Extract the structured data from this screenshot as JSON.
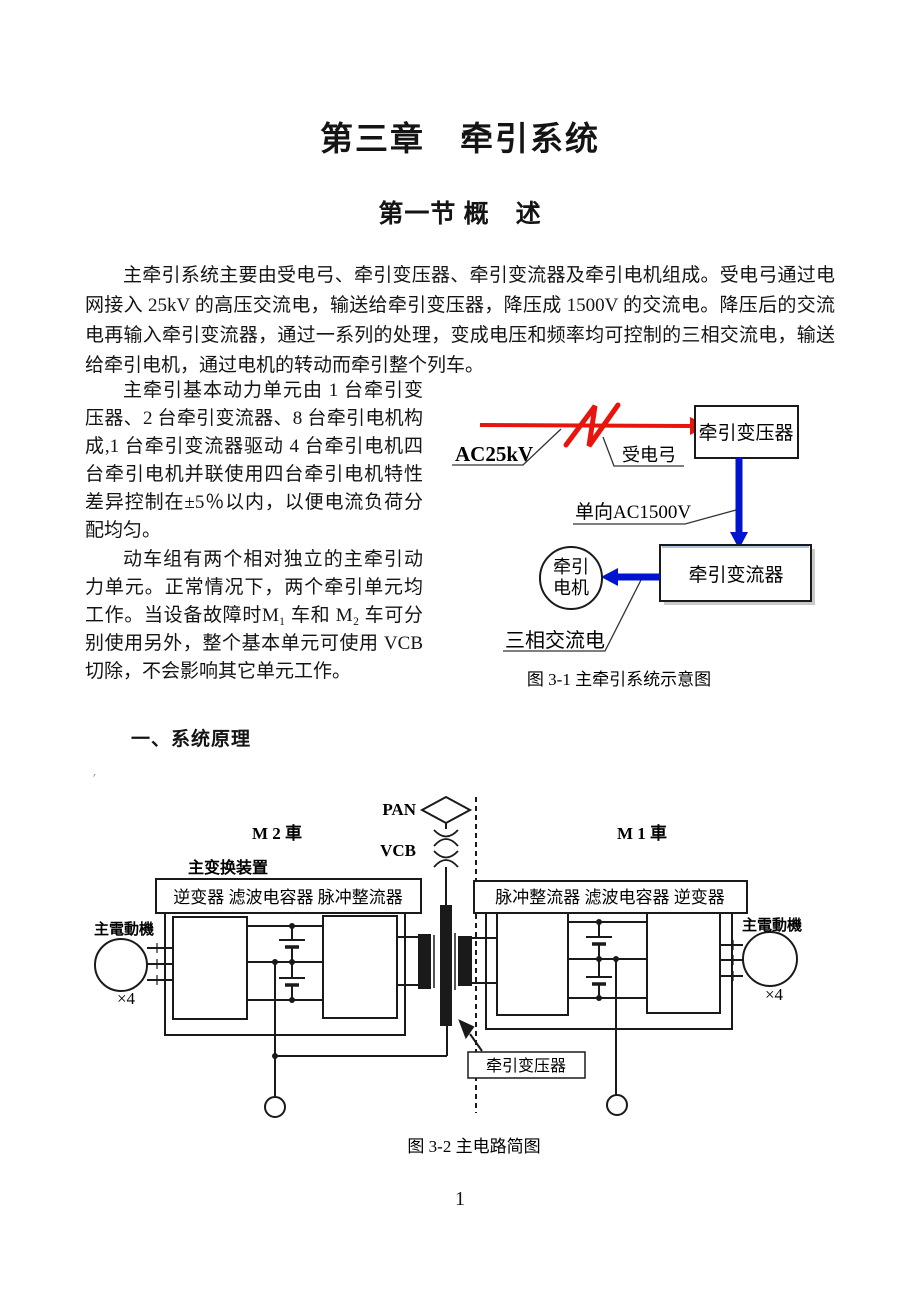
{
  "page": {
    "chapter_title": "第三章　牵引系统",
    "section_title": "第一节 概　述",
    "page_number": "1",
    "principle_heading": "一、系统原理"
  },
  "paragraphs": {
    "p1": "主牵引系统主要由受电弓、牵引变压器、牵引变流器及牵引电机组成。受电弓通过电网接入 25kV 的高压交流电，输送给牵引变压器，降压成 1500V 的交流电。降压后的交流电再输入牵引变流器，通过一系列的处理，变成电压和频率均可控制的三相交流电，输送给牵引电机，通过电机的转动而牵引整个列车。",
    "p2": "主牵引基本动力单元由 1 台牵引变压器、2 台牵引变流器、8 台牵引电机构成,1 台牵引变流器驱动 4 台牵引电机四台牵引电机并联使用四台牵引电机特性差异控制在±5％以内，以便电流负荷分配均匀。",
    "p3": "动车组有两个相对独立的主牵引动力单元。正常情况下，两个牵引单元均工作。当设备故障时M₁ 车和 M₂ 车可分别使用另外，整个基本单元可使用 VCB 切除，不会影响其它单元工作。"
  },
  "fig1": {
    "label_ac25kv": "AC25kV",
    "label_pantograph": "受电弓",
    "transformer": "牵引变压器",
    "label_ac1500v": "单向AC1500V",
    "converter": "牵引变流器",
    "motor_line1": "牵引",
    "motor_line2": "电机",
    "label_three_phase": "三相交流电",
    "caption": "图 3-1 主牵引系统示意图"
  },
  "fig2": {
    "pan": "PAN",
    "vcb": "VCB",
    "car_m2": "M 2 車",
    "car_m1": "M 1 車",
    "main_converter_label": "主变换装置",
    "m2_units": "逆变器  滤波电容器  脉冲整流器",
    "m1_units": "脉冲整流器  滤波电容器  逆变器",
    "motor_label_left": "主電動機",
    "motor_label_right": "主電動機",
    "times4_left": "×4",
    "times4_right": "×4",
    "transformer_label": "牵引变压器",
    "caption": "图 3-2 主电路简图"
  },
  "colors": {
    "catenary_red": "#e8150d",
    "power_blue": "#0013cf",
    "ink_black": "#1a1a1a"
  }
}
